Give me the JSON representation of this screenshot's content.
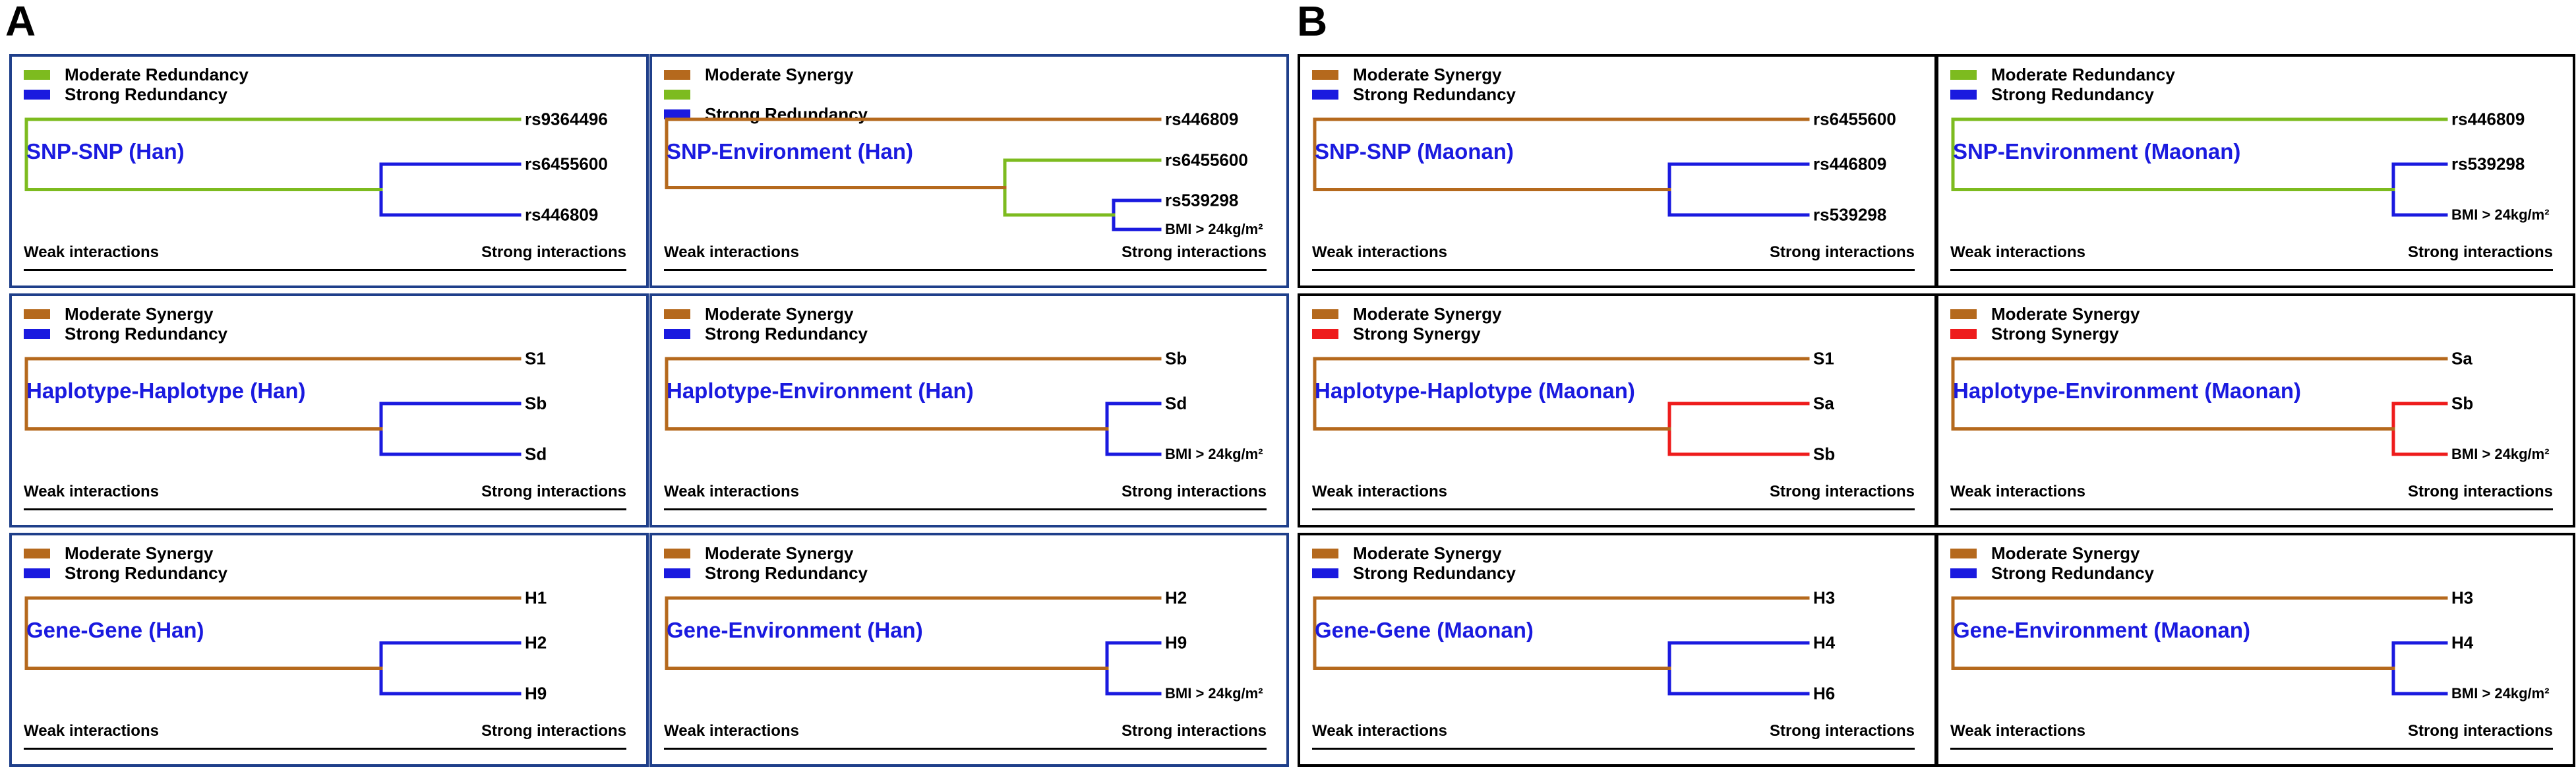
{
  "sections": [
    "A",
    "B"
  ],
  "axis": {
    "weak": "Weak interactions",
    "strong": "Strong interactions"
  },
  "colors": {
    "moderate_redundancy": "#7dbb1f",
    "moderate_synergy": "#b5691d",
    "strong_redundancy": "#1a1adf",
    "strong_synergy": "#ee1c1c"
  },
  "panels": [
    {
      "title": "SNP-SNP (Han)",
      "legend": [
        {
          "label": "Moderate Redundancy",
          "color": "#7dbb1f"
        },
        {
          "label": "Strong Redundancy",
          "color": "#1a1adf"
        }
      ],
      "leaves": [
        "rs9364496",
        "rs6455600",
        "rs446809"
      ],
      "outer_color": "#7dbb1f",
      "inner_color": "#1a1adf"
    },
    {
      "title": "SNP-Environment (Han)",
      "legend": [
        {
          "label": "Moderate Synergy",
          "color": "#b5691d"
        },
        {
          "label": "",
          "color": "#7dbb1f"
        },
        {
          "label": "Strong Redundancy",
          "color": "#1a1adf"
        }
      ],
      "leaves": [
        "rs446809",
        "rs6455600",
        "rs539298",
        "BMI > 24kg/m²"
      ],
      "colors": [
        "#b5691d",
        "#7dbb1f",
        "#1a1adf"
      ]
    },
    {
      "title": "SNP-SNP (Maonan)",
      "legend": [
        {
          "label": "Moderate Synergy",
          "color": "#b5691d"
        },
        {
          "label": "Strong Redundancy",
          "color": "#1a1adf"
        }
      ],
      "leaves": [
        "rs6455600",
        "rs446809",
        "rs539298"
      ],
      "outer_color": "#b5691d",
      "inner_color": "#1a1adf"
    },
    {
      "title": "SNP-Environment (Maonan)",
      "legend": [
        {
          "label": "Moderate Redundancy",
          "color": "#7dbb1f"
        },
        {
          "label": "Strong Redundancy",
          "color": "#1a1adf"
        }
      ],
      "leaves": [
        "rs446809",
        "rs539298",
        "BMI > 24kg/m²"
      ],
      "outer_color": "#7dbb1f",
      "inner_color": "#1a1adf"
    },
    {
      "title": "Haplotype-Haplotype (Han)",
      "legend": [
        {
          "label": "Moderate Synergy",
          "color": "#b5691d"
        },
        {
          "label": "Strong Redundancy",
          "color": "#1a1adf"
        }
      ],
      "leaves": [
        "S1",
        "Sb",
        "Sd"
      ],
      "outer_color": "#b5691d",
      "inner_color": "#1a1adf"
    },
    {
      "title": "Haplotype-Environment (Han)",
      "legend": [
        {
          "label": "Moderate Synergy",
          "color": "#b5691d"
        },
        {
          "label": "Strong Redundancy",
          "color": "#1a1adf"
        }
      ],
      "leaves": [
        "Sb",
        "Sd",
        "BMI > 24kg/m²"
      ],
      "outer_color": "#b5691d",
      "inner_color": "#1a1adf"
    },
    {
      "title": "Haplotype-Haplotype (Maonan)",
      "legend": [
        {
          "label": "Moderate Synergy",
          "color": "#b5691d"
        },
        {
          "label": "Strong Synergy",
          "color": "#ee1c1c"
        }
      ],
      "leaves": [
        "S1",
        "Sa",
        "Sb"
      ],
      "outer_color": "#b5691d",
      "inner_color": "#ee1c1c"
    },
    {
      "title": "Haplotype-Environment (Maonan)",
      "legend": [
        {
          "label": "Moderate Synergy",
          "color": "#b5691d"
        },
        {
          "label": "Strong Synergy",
          "color": "#ee1c1c"
        }
      ],
      "leaves": [
        "Sa",
        "Sb",
        "BMI > 24kg/m²"
      ],
      "outer_color": "#b5691d",
      "inner_color": "#ee1c1c"
    },
    {
      "title": "Gene-Gene (Han)",
      "legend": [
        {
          "label": "Moderate Synergy",
          "color": "#b5691d"
        },
        {
          "label": "Strong Redundancy",
          "color": "#1a1adf"
        }
      ],
      "leaves": [
        "H1",
        "H2",
        "H9"
      ],
      "outer_color": "#b5691d",
      "inner_color": "#1a1adf"
    },
    {
      "title": "Gene-Environment (Han)",
      "legend": [
        {
          "label": "Moderate Synergy",
          "color": "#b5691d"
        },
        {
          "label": "Strong Redundancy",
          "color": "#1a1adf"
        }
      ],
      "leaves": [
        "H2",
        "H9",
        "BMI > 24kg/m²"
      ],
      "outer_color": "#b5691d",
      "inner_color": "#1a1adf"
    },
    {
      "title": "Gene-Gene (Maonan)",
      "legend": [
        {
          "label": "Moderate Synergy",
          "color": "#b5691d"
        },
        {
          "label": "Strong Redundancy",
          "color": "#1a1adf"
        }
      ],
      "leaves": [
        "H3",
        "H4",
        "H6"
      ],
      "outer_color": "#b5691d",
      "inner_color": "#1a1adf"
    },
    {
      "title": "Gene-Environment (Maonan)",
      "legend": [
        {
          "label": "Moderate Synergy",
          "color": "#b5691d"
        },
        {
          "label": "Strong Redundancy",
          "color": "#1a1adf"
        }
      ],
      "leaves": [
        "H3",
        "H4",
        "BMI > 24kg/m²"
      ],
      "outer_color": "#b5691d",
      "inner_color": "#1a1adf"
    }
  ]
}
